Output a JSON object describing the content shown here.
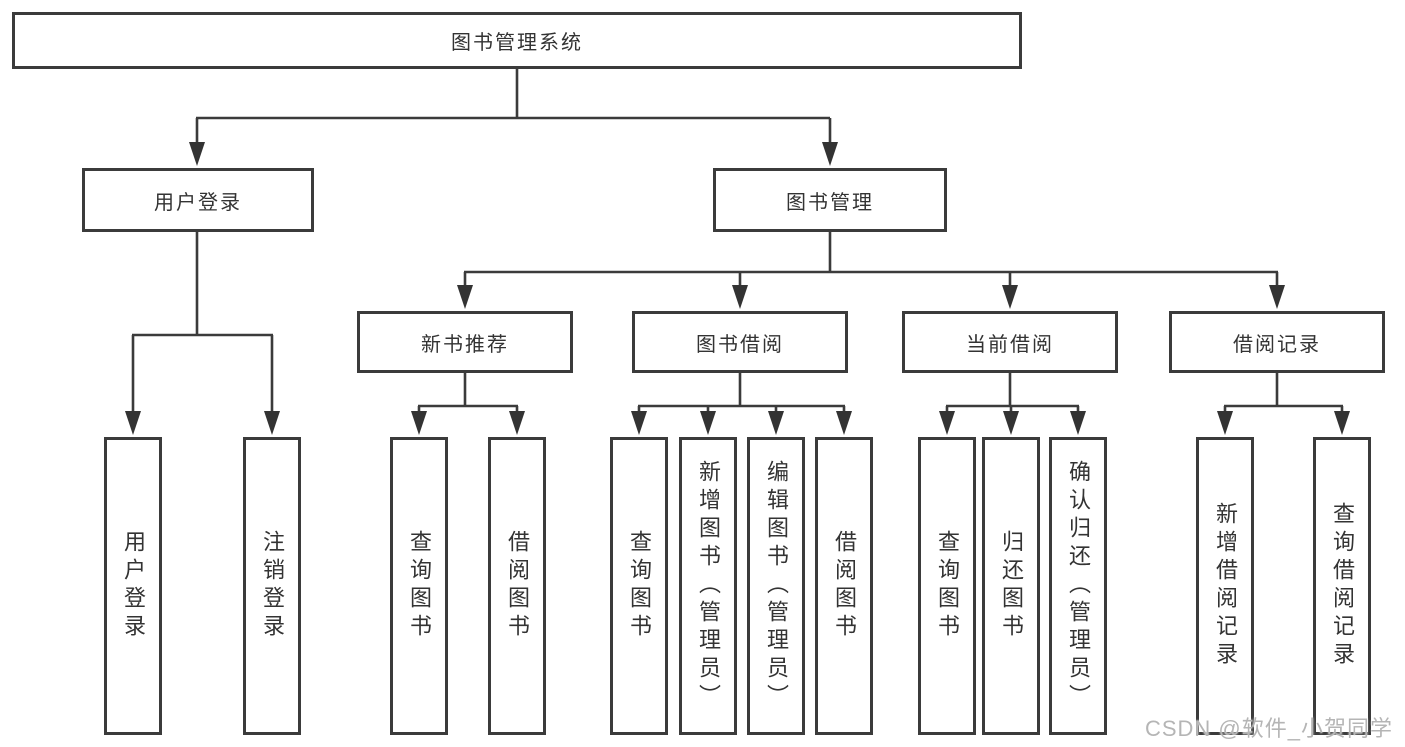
{
  "diagram": {
    "title": "图书管理系统",
    "watermark": "CSDN @软件_小贺同学",
    "colors": {
      "line": "#3b3b3b",
      "box_border": "#3b3b3b",
      "text": "#333333",
      "watermark": "#b5b5b5",
      "background": "#ffffff"
    }
  },
  "nodes": [
    {
      "id": "root",
      "label": "图书管理系统",
      "level": 1,
      "parent": null
    },
    {
      "id": "user-login",
      "label": "用户登录",
      "level": 2,
      "parent": "root"
    },
    {
      "id": "book-mgmt",
      "label": "图书管理",
      "level": 2,
      "parent": "root"
    },
    {
      "id": "new-book-rec",
      "label": "新书推荐",
      "level": 3,
      "parent": "book-mgmt"
    },
    {
      "id": "book-borrow",
      "label": "图书借阅",
      "level": 3,
      "parent": "book-mgmt"
    },
    {
      "id": "current-borrow",
      "label": "当前借阅",
      "level": 3,
      "parent": "book-mgmt"
    },
    {
      "id": "borrow-records",
      "label": "借阅记录",
      "level": 3,
      "parent": "book-mgmt"
    },
    {
      "id": "login",
      "label": "用户登录",
      "level": 4,
      "parent": "user-login"
    },
    {
      "id": "logout",
      "label": "注销登录",
      "level": 4,
      "parent": "user-login"
    },
    {
      "id": "rec-query-book",
      "label": "查询图书",
      "level": 4,
      "parent": "new-book-rec"
    },
    {
      "id": "rec-borrow-book",
      "label": "借阅图书",
      "level": 4,
      "parent": "new-book-rec"
    },
    {
      "id": "bb-query-book",
      "label": "查询图书",
      "level": 4,
      "parent": "book-borrow"
    },
    {
      "id": "bb-add-book",
      "label": "新增图书（管理员）",
      "level": 4,
      "parent": "book-borrow"
    },
    {
      "id": "bb-edit-book",
      "label": "编辑图书（管理员）",
      "level": 4,
      "parent": "book-borrow"
    },
    {
      "id": "bb-borrow-book",
      "label": "借阅图书",
      "level": 4,
      "parent": "book-borrow"
    },
    {
      "id": "cb-query-book",
      "label": "查询图书",
      "level": 4,
      "parent": "current-borrow"
    },
    {
      "id": "cb-return-book",
      "label": "归还图书",
      "level": 4,
      "parent": "current-borrow"
    },
    {
      "id": "cb-confirm-ret",
      "label": "确认归还（管理员）",
      "level": 4,
      "parent": "current-borrow"
    },
    {
      "id": "br-add-record",
      "label": "新增借阅记录",
      "level": 4,
      "parent": "borrow-records"
    },
    {
      "id": "br-query-record",
      "label": "查询借阅记录",
      "level": 4,
      "parent": "borrow-records"
    }
  ]
}
